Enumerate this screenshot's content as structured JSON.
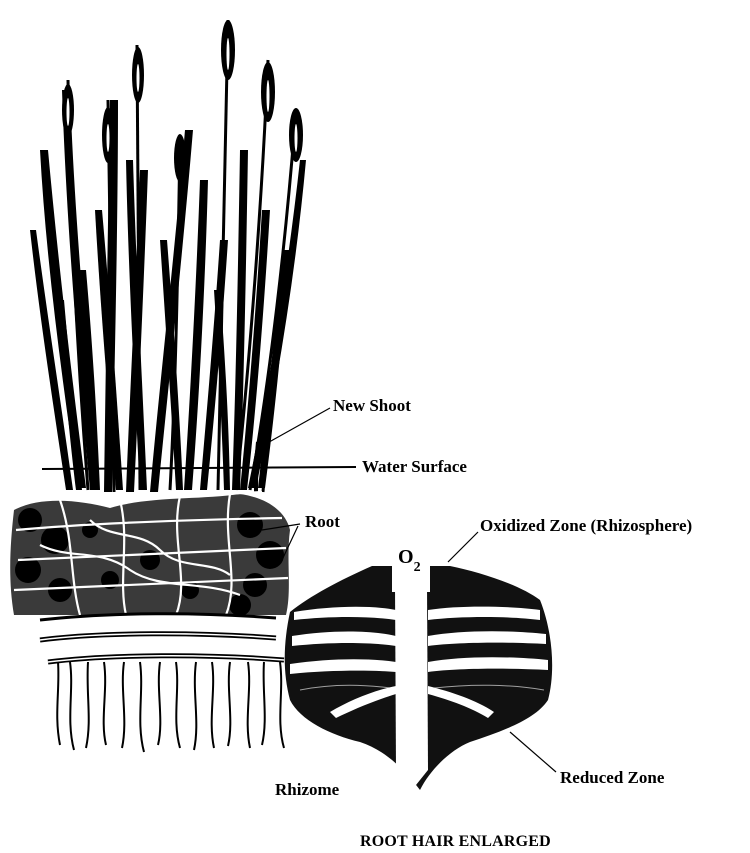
{
  "labels": {
    "new_shoot": "New Shoot",
    "water_surface": "Water Surface",
    "root": "Root",
    "oxidized_zone": "Oxidized Zone (Rhizosphere)",
    "reduced_zone": "Reduced Zone",
    "rhizome": "Rhizome",
    "caption": "ROOT HAIR ENLARGED",
    "o2_symbol": "O",
    "o2_subscript": "2"
  },
  "colors": {
    "ink": "#000000",
    "paper": "#ffffff"
  }
}
